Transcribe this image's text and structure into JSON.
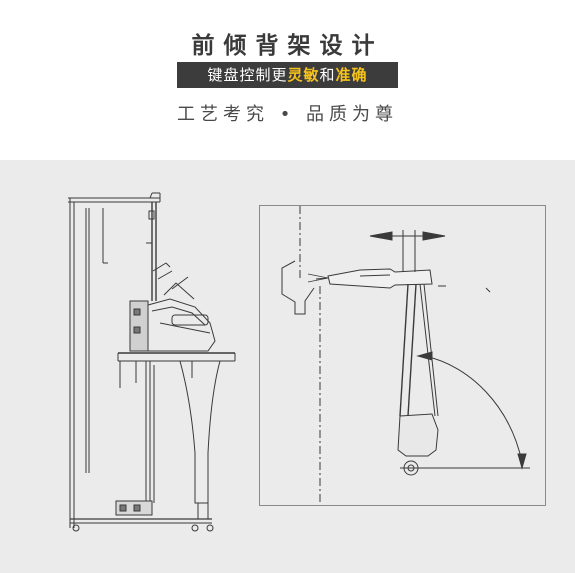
{
  "header": {
    "title": "前倾背架设计",
    "banner": {
      "part1": "键盘控制更",
      "highlight1": "灵敏",
      "part2": "和",
      "highlight2": "准确"
    },
    "subtitle": "工艺考究 • 品质为尊"
  },
  "colors": {
    "banner_background": "#3c3c3c",
    "highlight": "#f4c21c",
    "panel_background": "#ebebeb"
  }
}
